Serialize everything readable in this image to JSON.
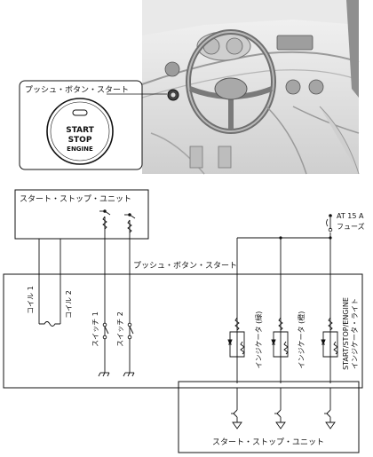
{
  "callout": {
    "title": "プッシュ・ボタン・スタート",
    "button_lines": [
      "START",
      "STOP",
      "ENGINE"
    ]
  },
  "top_unit": {
    "label": "スタート・ストップ・ユニット"
  },
  "bottom_unit": {
    "label": "スタート・ストップ・ユニット"
  },
  "fuse": {
    "rating": "AT 15 A",
    "name": "フューズ"
  },
  "main_box": {
    "label": "プッシュ・ボタン・スタート"
  },
  "coils": [
    {
      "label": "コイル 1"
    },
    {
      "label": "コイル 2"
    }
  ],
  "switches": [
    {
      "label": "スイッチ 1"
    },
    {
      "label": "スイッチ 2"
    }
  ],
  "indicators": [
    {
      "label": "インジケータ (緑)"
    },
    {
      "label": "インジケータ (橙)"
    },
    {
      "label_line1": "START/STOP/ENGINE",
      "label_line2": "インジケータ・ライト"
    }
  ]
}
